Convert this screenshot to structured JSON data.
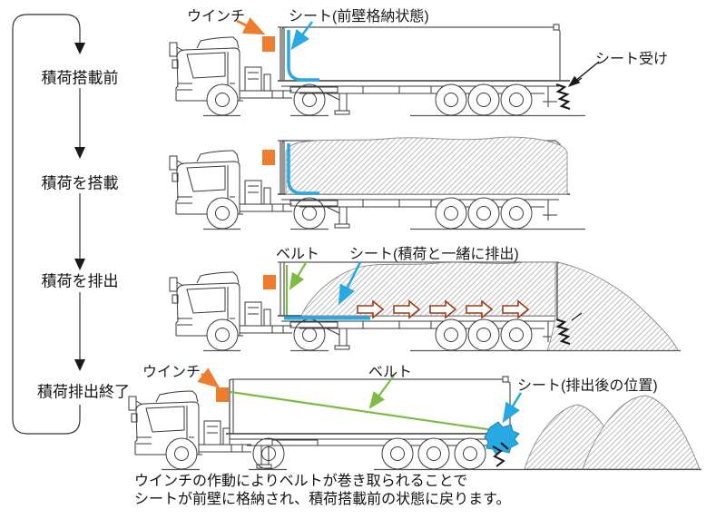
{
  "flowchart": {
    "stages": [
      {
        "label": "積荷搭載前"
      },
      {
        "label": "積荷を搭載"
      },
      {
        "label": "積荷を排出"
      },
      {
        "label": "積荷排出終了"
      }
    ]
  },
  "labels": {
    "row1_winch": "ウインチ",
    "row1_sheet": "シート(前壁格納状態)",
    "row1_sheet_receiver": "シート受け",
    "row3_belt": "ベルト",
    "row3_sheet": "シート(積荷と一緒に排出)",
    "row4_winch": "ウインチ",
    "row4_belt": "ベルト",
    "row4_sheet": "シート(排出後の位置)"
  },
  "caption": {
    "line1": "ウインチの作動によりベルトが巻き取られることで",
    "line2": "シートが前壁に格納され、積荷搭載前の状態に戻ります。"
  },
  "diagram": {
    "discharge_arrow_count": 5,
    "colors": {
      "winch_orange": "#ee7c2d",
      "sheet_blue": "#29a9e1",
      "belt_green": "#7dbb42",
      "discharge_arrow_brown": "#9c3d18",
      "line_dark": "#3a3a3a"
    }
  }
}
